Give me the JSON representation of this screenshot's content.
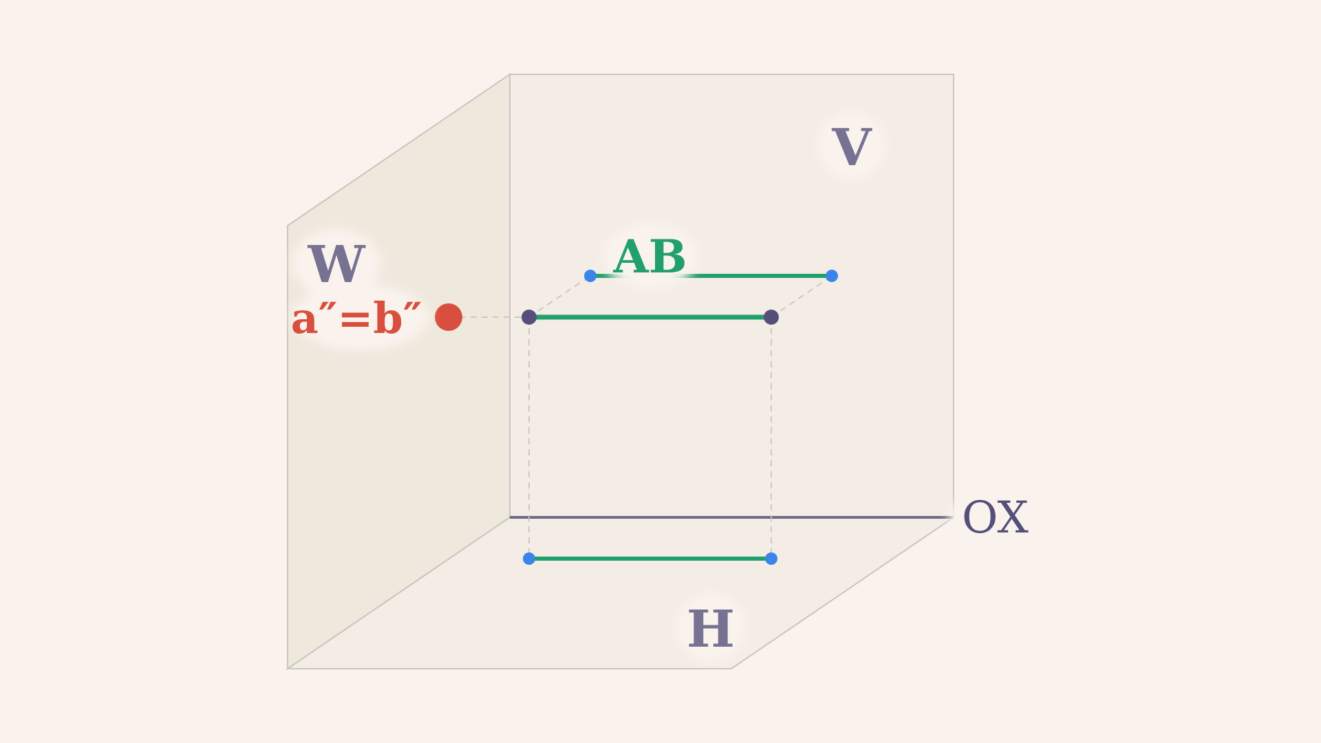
{
  "planes": {
    "frontal": "V",
    "horizontal": "H",
    "profile": "W"
  },
  "axis": {
    "label": "OX"
  },
  "segment": {
    "label": "AB",
    "profile_projection_label": "a″=b″"
  },
  "colors": {
    "background": "#faf3ed",
    "plane_v": "#f3ede6",
    "plane_w": "#efe8dd",
    "plane_h": "#f3ede6",
    "plane_edge": "#c9c5c0",
    "axis": "#6e6a8a",
    "plane_label": "#777192",
    "segment": "#22a06b",
    "endpoint_projection": "#3a86e8",
    "endpoint_real": "#54507a",
    "profile_point": "#d94f3f",
    "dashed": "#c8c4bf"
  }
}
